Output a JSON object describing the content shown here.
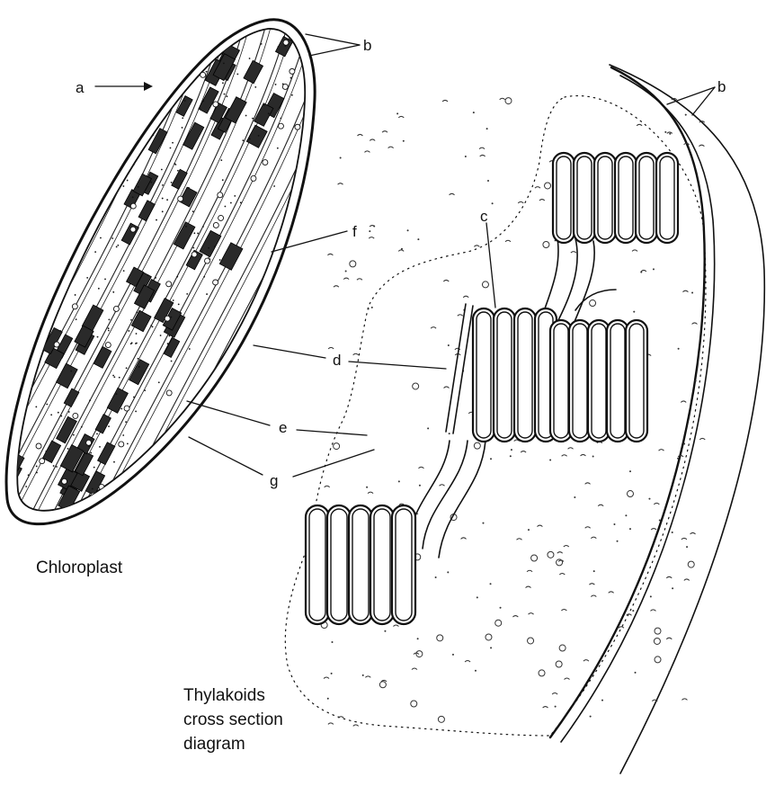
{
  "labels": {
    "a": "a",
    "b_left": "b",
    "b_right": "b",
    "c": "c",
    "d": "d",
    "e": "e",
    "f": "f",
    "g": "g"
  },
  "captions": {
    "chloroplast": "Chloroplast",
    "thylakoids_line1": "Thylakoids",
    "thylakoids_line2": "cross section",
    "thylakoids_line3": "diagram"
  }
}
